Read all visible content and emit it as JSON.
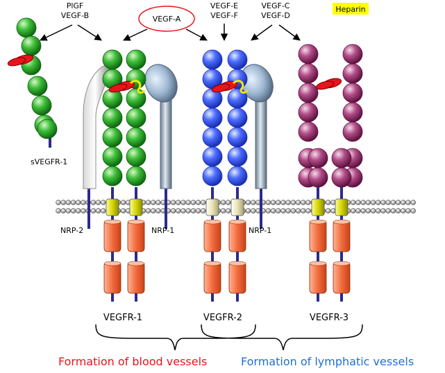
{
  "ligands": {
    "plgf_vegfb": [
      "PlGF",
      "VEGF-B"
    ],
    "vegfa": "VEGF-A",
    "vegfe_vegff": [
      "VEGF-E",
      "VEGF-F"
    ],
    "vegfc_vegfd": [
      "VEGF-C",
      "VEGF-D"
    ],
    "heparin": "Heparin"
  },
  "labels": {
    "svegfr1": "sVEGFR-1",
    "nrp2": "NRP-2",
    "nrp1_left": "NRP-1",
    "nrp1_right": "NRP-1",
    "vegfr1": "VEGFR-1",
    "vegfr2": "VEGFR-2",
    "vegfr3": "VEGFR-3"
  },
  "footer": {
    "blood": "Formation of blood vessels",
    "lymph": "Formation of lymphatic vessels"
  },
  "colors": {
    "vegfr1_domain": "#2fa82f",
    "vegfr2_domain": "#3a5cf0",
    "vegfr3_domain": "#9a2a6a",
    "kinase": "#f06a3a",
    "tm_yellow": "#e0e000",
    "tm_beige": "#e9e4b0",
    "ligand_red": "#e8141b",
    "heparin_bg": "#ffff00",
    "stalk": "#2b2b8c"
  }
}
